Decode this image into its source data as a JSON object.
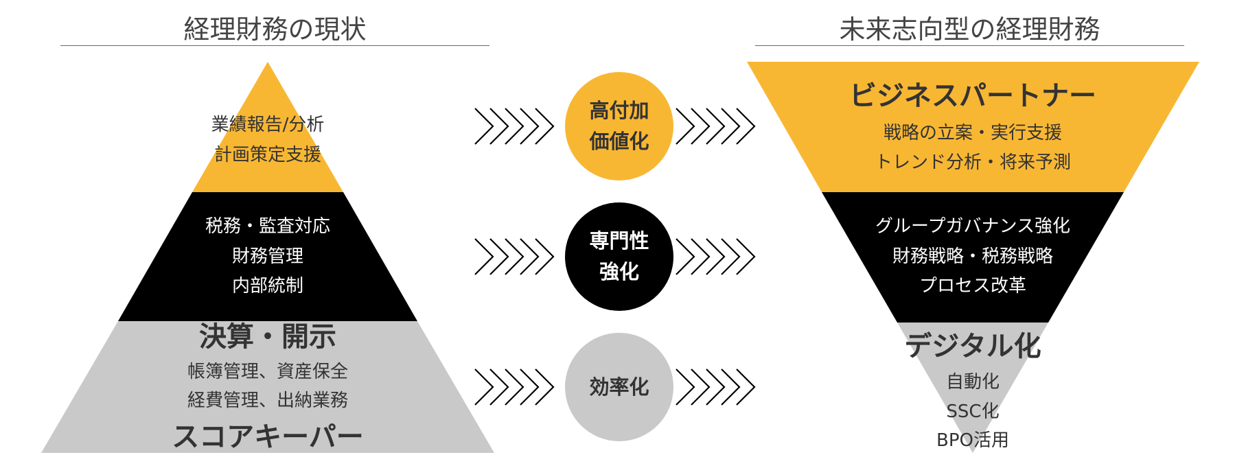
{
  "titles": {
    "left": "経理財務の現状",
    "right": "未来志向型の経理財務"
  },
  "colors": {
    "yellow": "#F8B733",
    "black": "#000000",
    "gray": "#C9C9C9",
    "dark_text": "#333333",
    "white_text": "#FFFFFF"
  },
  "pyramid": {
    "top": {
      "lines": [
        "業績報告/分析",
        "計画策定支援"
      ]
    },
    "middle": {
      "lines": [
        "税務・監査対応",
        "財務管理",
        "内部統制"
      ]
    },
    "bottom": {
      "heading": "決算・開示",
      "lines": [
        "帳簿管理、資産保全",
        "経費管理、出納業務"
      ],
      "footer": "スコアキーパー"
    }
  },
  "transitions": [
    {
      "line1": "高付加",
      "line2": "価値化"
    },
    {
      "line1": "専門性",
      "line2": "強化"
    },
    {
      "line1": "効率化",
      "line2": ""
    }
  ],
  "funnel": {
    "top": {
      "heading": "ビジネスパートナー",
      "lines": [
        "戦略の立案・実行支援",
        "トレンド分析・将来予測"
      ]
    },
    "middle": {
      "lines": [
        "グループガバナンス強化",
        "財務戦略・税務戦略",
        "プロセス改革"
      ]
    },
    "bottom": {
      "heading": "デジタル化",
      "lines": [
        "自動化",
        "SSC化",
        "BPO活用"
      ]
    }
  }
}
